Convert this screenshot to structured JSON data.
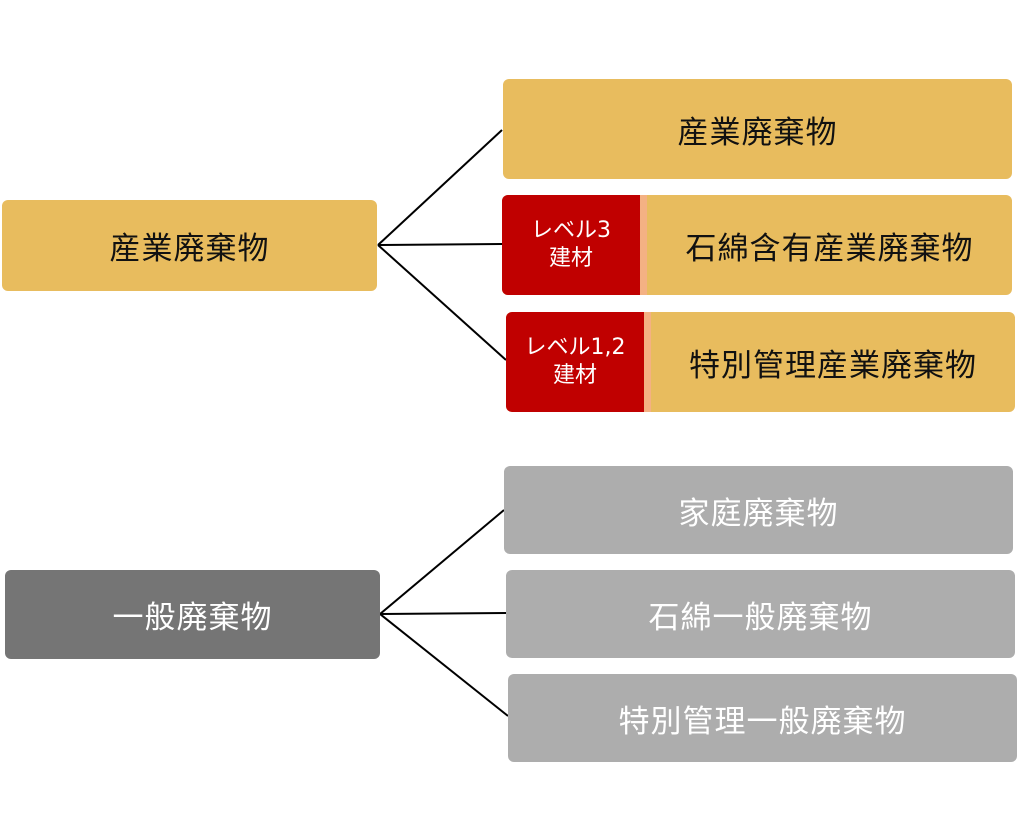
{
  "industrial": {
    "root": "産業廃棄物",
    "children": [
      {
        "label": "産業廃棄物"
      },
      {
        "label": "石綿含有産業廃棄物",
        "tag_line1": "レベル3",
        "tag_line2": "建材"
      },
      {
        "label": "特別管理産業廃棄物",
        "tag_line1": "レベル1,2",
        "tag_line2": "建材"
      }
    ]
  },
  "general": {
    "root": "一般廃棄物",
    "children": [
      {
        "label": "家庭廃棄物"
      },
      {
        "label": "石綿一般廃棄物"
      },
      {
        "label": "特別管理一般廃棄物"
      }
    ]
  },
  "colors": {
    "industrial": "#E8BC5E",
    "general_root": "#757575",
    "general_child": "#ADADAD",
    "level_tag": "#C00000"
  }
}
